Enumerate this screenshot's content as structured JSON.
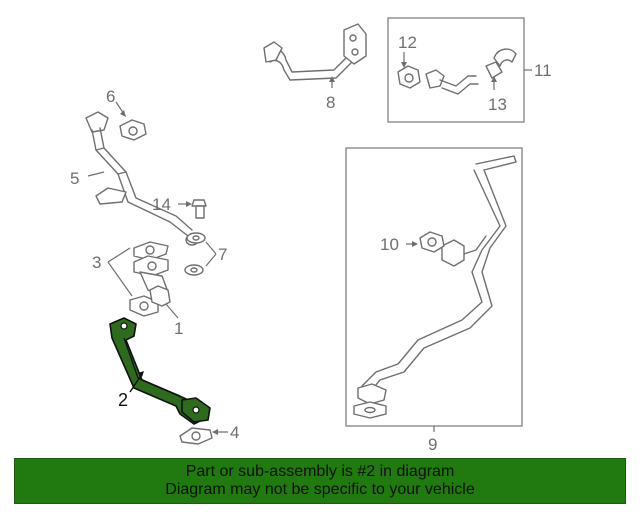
{
  "diagram": {
    "callouts": {
      "c1": "1",
      "c2": "2",
      "c3": "3",
      "c4": "4",
      "c5": "5",
      "c6": "6",
      "c7": "7",
      "c8": "8",
      "c9": "9",
      "c10": "10",
      "c11": "11",
      "c12": "12",
      "c13": "13",
      "c14": "14"
    },
    "highlighted_part": "2",
    "colors": {
      "highlight_fill": "#2f6b1e",
      "line_art": "#6f6f6f",
      "banner": "#217a0f"
    }
  },
  "banner": {
    "line1": "Part or sub-assembly is #2 in diagram",
    "line2": "Diagram may not be specific to your vehicle"
  }
}
